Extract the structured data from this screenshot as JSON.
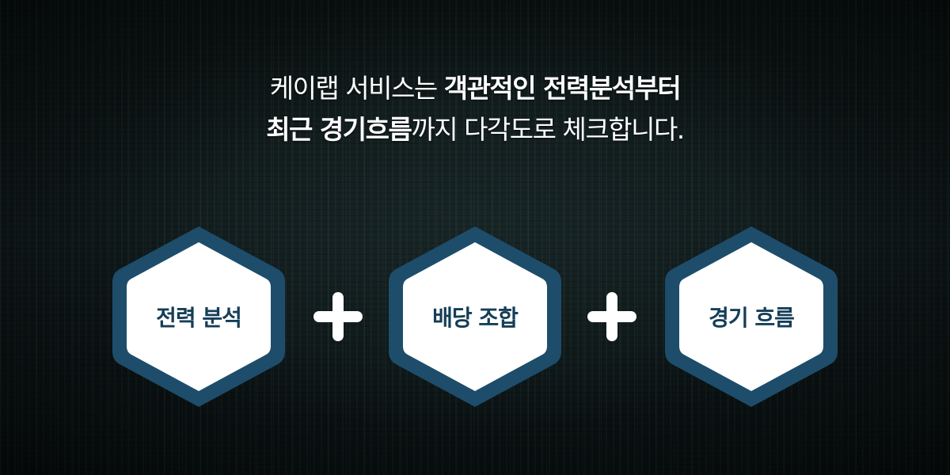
{
  "headline": {
    "line1_normal": "케이랩 서비스는 ",
    "line1_bold": "객관적인 전력분석부터",
    "line2_bold_a": "최근 ",
    "line2_bold_b": "경기흐름",
    "line2_normal": "까지 다각도로 체크합니다."
  },
  "features": [
    {
      "label": "전력 분석",
      "icon": "hexagon"
    },
    {
      "label": "배당 조합",
      "icon": "hexagon"
    },
    {
      "label": "경기 흐름",
      "icon": "hexagon"
    }
  ],
  "separator_icon": "plus-icon",
  "colors": {
    "hex_ring": "#1d4d6a",
    "hex_fill": "#ffffff",
    "label_text": "#153e57",
    "background": "#0f1819"
  }
}
